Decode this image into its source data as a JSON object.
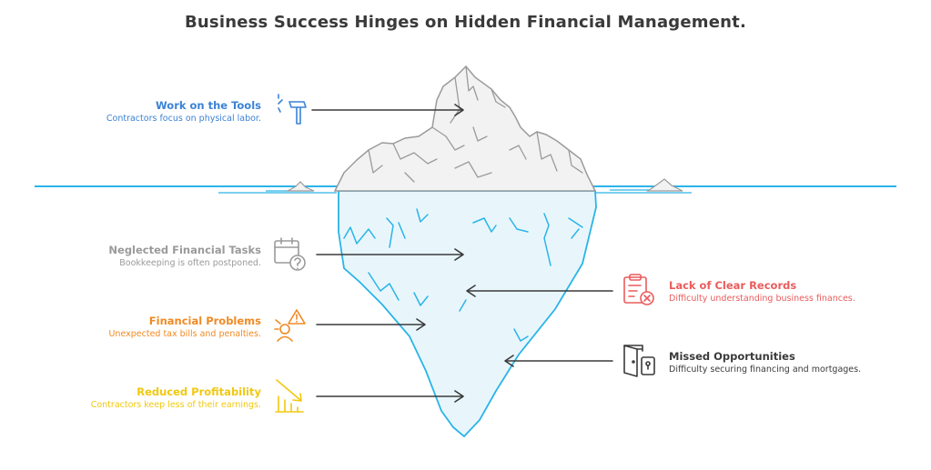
{
  "title": "Business Success Hinges on Hidden Financial Management.",
  "colors": {
    "blue": "#3b82d6",
    "grey": "#9a9a9a",
    "orange": "#f08a24",
    "yellow": "#f2c80f",
    "red": "#ea5b5b",
    "dark": "#3a3a3a",
    "water": "#2ab4e8",
    "ice_fill": "#e8f6fc",
    "rock_fill": "#f2f2f2",
    "rock_stroke": "#9b9b9b"
  },
  "items": [
    {
      "title": "Work on the Tools",
      "desc": "Contractors focus on physical labor.",
      "color": "#3b82d6",
      "icon": "hammer-icon"
    },
    {
      "title": "Neglected Financial Tasks",
      "desc": "Bookkeeping is often postponed.",
      "color": "#9a9a9a",
      "icon": "calendar-question-icon"
    },
    {
      "title": "Financial Problems",
      "desc": "Unexpected tax bills and penalties.",
      "color": "#f08a24",
      "icon": "warning-person-icon"
    },
    {
      "title": "Reduced Profitability",
      "desc": "Contractors keep less of their earnings.",
      "color": "#f2c80f",
      "icon": "declining-chart-icon"
    },
    {
      "title": "Lack of Clear Records",
      "desc": "Difficulty understanding business finances.",
      "color": "#ea5b5b",
      "icon": "clipboard-error-icon"
    },
    {
      "title": "Missed Opportunities",
      "desc": "Difficulty securing financing and mortgages.",
      "color": "#3a3a3a",
      "icon": "locked-door-icon"
    }
  ]
}
